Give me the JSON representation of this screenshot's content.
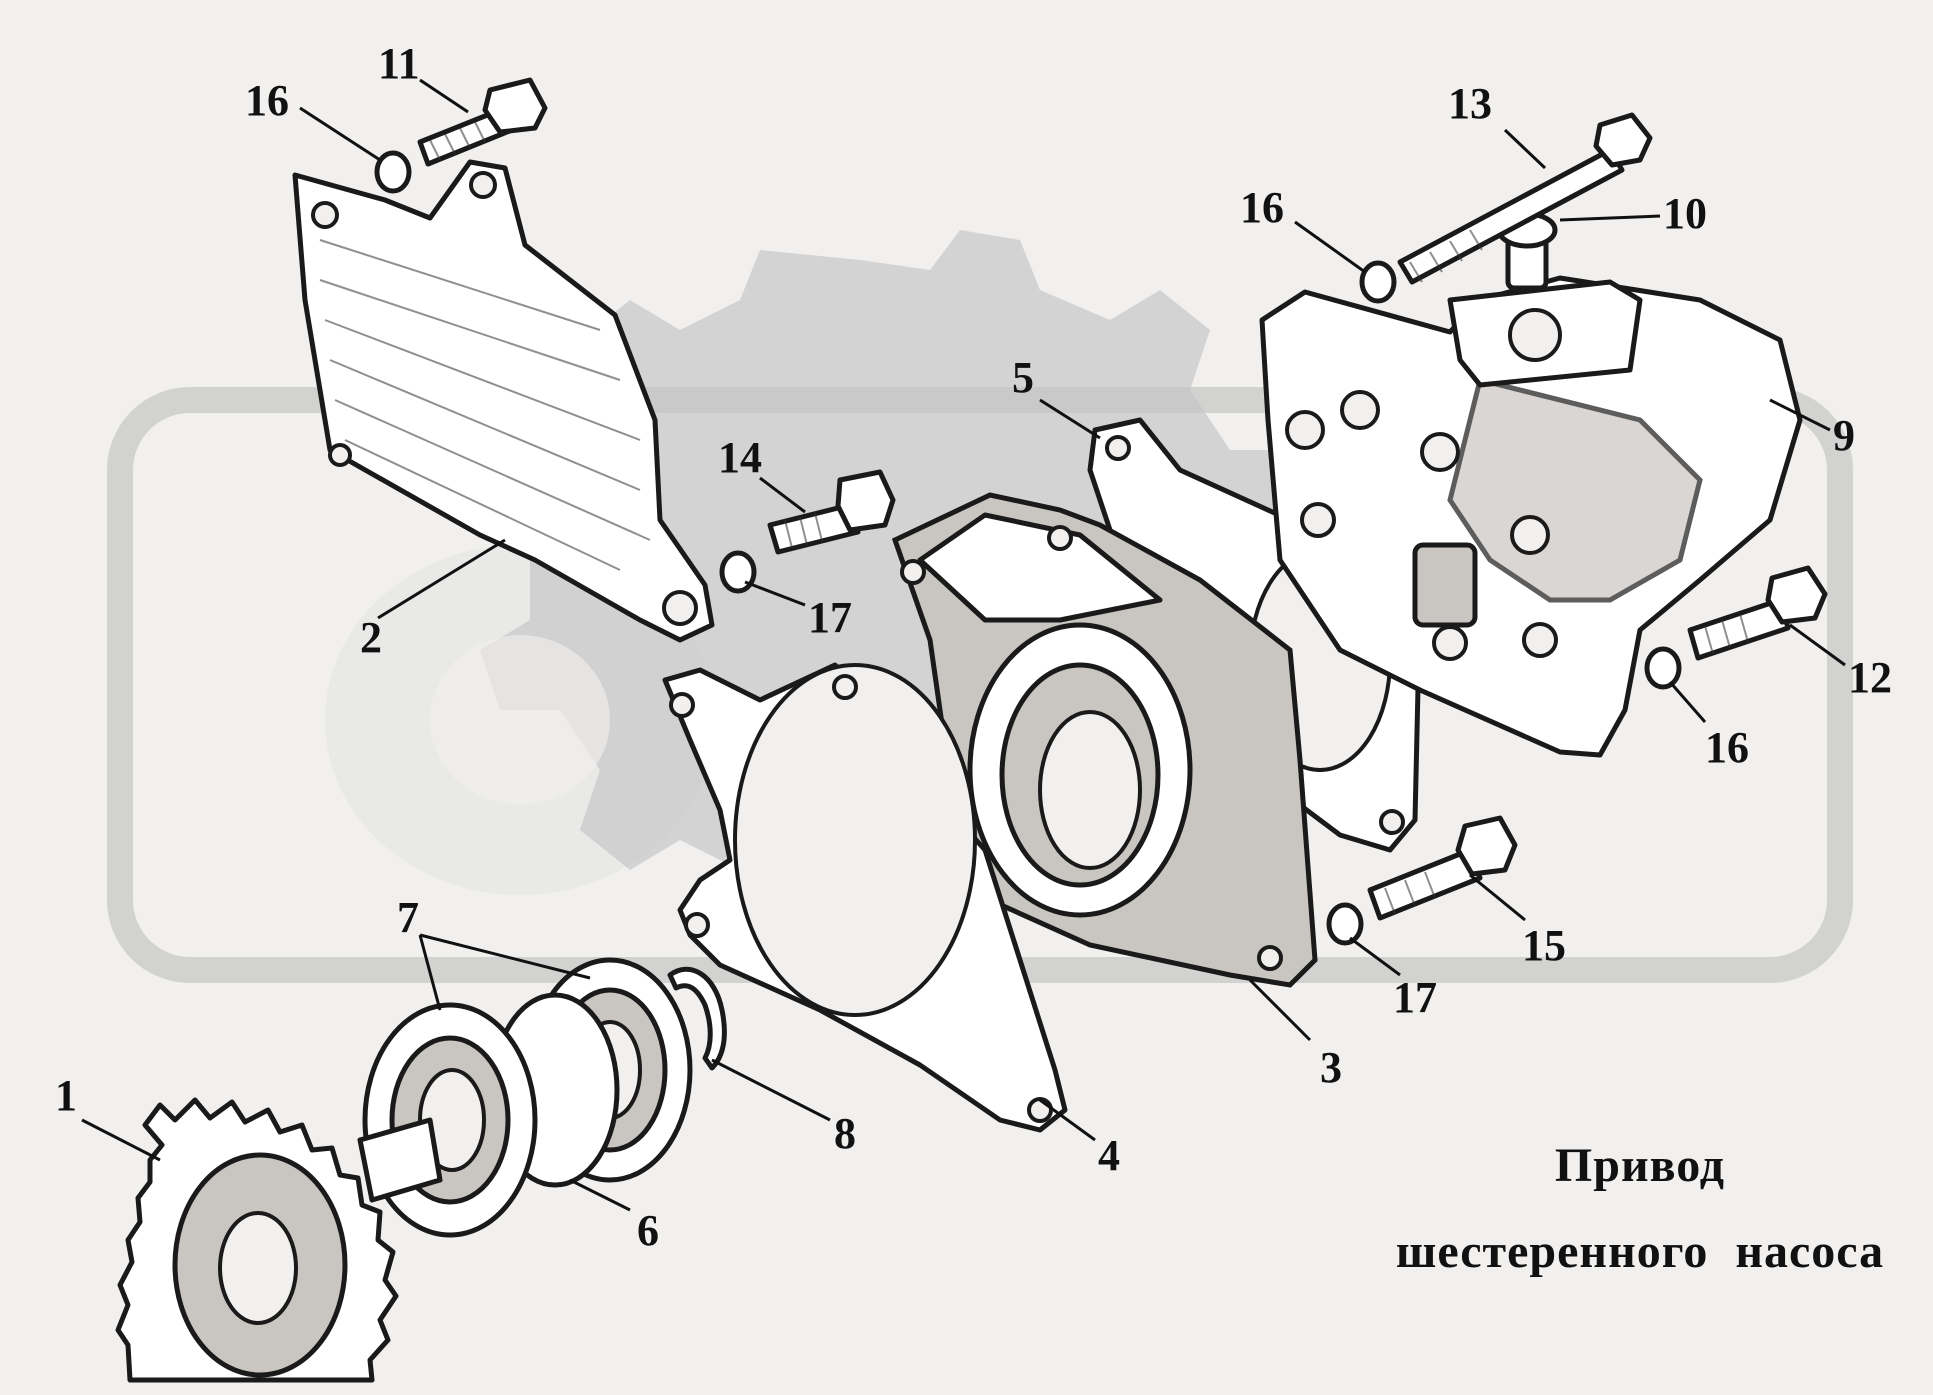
{
  "title": {
    "line1": "Привод",
    "line2": "шестеренного насоса"
  },
  "callouts": {
    "c1": "1",
    "c2": "2",
    "c3": "3",
    "c4": "4",
    "c5": "5",
    "c6": "6",
    "c7": "7",
    "c8": "8",
    "c9": "9",
    "c10": "10",
    "c11": "11",
    "c12": "12",
    "c13": "13",
    "c14": "14",
    "c15": "15",
    "c16a": "16",
    "c16b": "16",
    "c16c": "16",
    "c17a": "17",
    "c17b": "17"
  },
  "colors": {
    "background": "#f1f0ee",
    "line": "#1a1a1a",
    "watermark": "#c9c9c9"
  }
}
